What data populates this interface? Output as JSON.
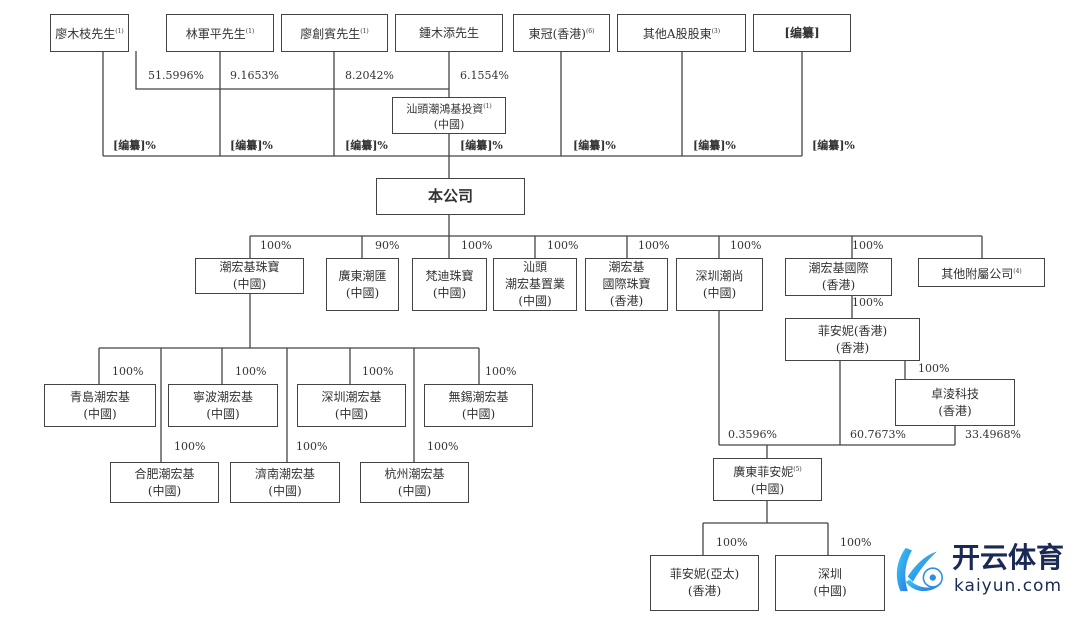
{
  "shareholders": [
    {
      "name": "廖木枝先生",
      "note": "(1)"
    },
    {
      "name": "林軍平先生",
      "note": "(1)"
    },
    {
      "name": "廖創賓先生",
      "note": "(1)"
    },
    {
      "name": "鍾木添先生",
      "note": ""
    },
    {
      "name": "東冠(香港)",
      "note": "(6)"
    },
    {
      "name": "其他A股股東",
      "note": "(3)"
    },
    {
      "name": "[编纂]",
      "note": ""
    }
  ],
  "holding_pcts": [
    "51.5996%",
    "9.1653%",
    "8.2042%",
    "6.1554%"
  ],
  "holding_company": {
    "name": "汕頭潮鴻基投資",
    "note": "(1)",
    "region": "(中國)"
  },
  "redacted_pct": "[编纂]%",
  "company": "本公司",
  "subsidiaries": [
    {
      "name": "潮宏基珠寶",
      "region": "(中國)",
      "pct": "100%"
    },
    {
      "name": "廣東潮匯",
      "region": "(中國)",
      "pct": "90%"
    },
    {
      "name": "梵迪珠寶",
      "region": "(中國)",
      "pct": "100%"
    },
    {
      "name": "汕頭",
      "name2": "潮宏基置業",
      "region": "(中國)",
      "pct": "100%"
    },
    {
      "name": "潮宏基",
      "name2": "國際珠寶",
      "region": "(香港)",
      "pct": "100%"
    },
    {
      "name": "深圳潮尚",
      "region": "(中國)",
      "pct": "100%"
    },
    {
      "name": "潮宏基國際",
      "region": "(香港)",
      "pct": "100%"
    },
    {
      "name": "其他附屬公司",
      "note": "(4)"
    }
  ],
  "jewelry_subs": [
    {
      "name": "青島潮宏基",
      "region": "(中國)",
      "pct": "100%"
    },
    {
      "name": "寧波潮宏基",
      "region": "(中國)",
      "pct": "100%"
    },
    {
      "name": "深圳潮宏基",
      "region": "(中國)",
      "pct": "100%"
    },
    {
      "name": "無錫潮宏基",
      "region": "(中國)",
      "pct": "100%"
    },
    {
      "name": "合肥潮宏基",
      "region": "(中國)",
      "pct": "100%"
    },
    {
      "name": "濟南潮宏基",
      "region": "(中國)",
      "pct": "100%"
    },
    {
      "name": "杭州潮宏基",
      "region": "(中國)",
      "pct": "100%"
    }
  ],
  "intl": {
    "fanni_hk": {
      "name": "菲安妮(香港)",
      "region": "(香港)",
      "pct": "100%"
    },
    "zhuoling": {
      "name": "卓淩科技",
      "region": "(香港)",
      "pct": "100%"
    },
    "pcts": [
      "0.3596%",
      "60.7673%",
      "33.4968%"
    ],
    "gd_fanni": {
      "name": "廣東菲安妮",
      "note": "(5)",
      "region": "(中國)"
    },
    "fanni_ap": {
      "name": "菲安妮(亞太)",
      "region": "(香港)",
      "pct": "100%"
    },
    "sz_sub": {
      "name": "深圳",
      "region": "(中國)",
      "pct": "100%"
    }
  },
  "watermark": {
    "cn": "开云体育",
    "en": "kaiyun.com",
    "color": "#1b2a55"
  }
}
